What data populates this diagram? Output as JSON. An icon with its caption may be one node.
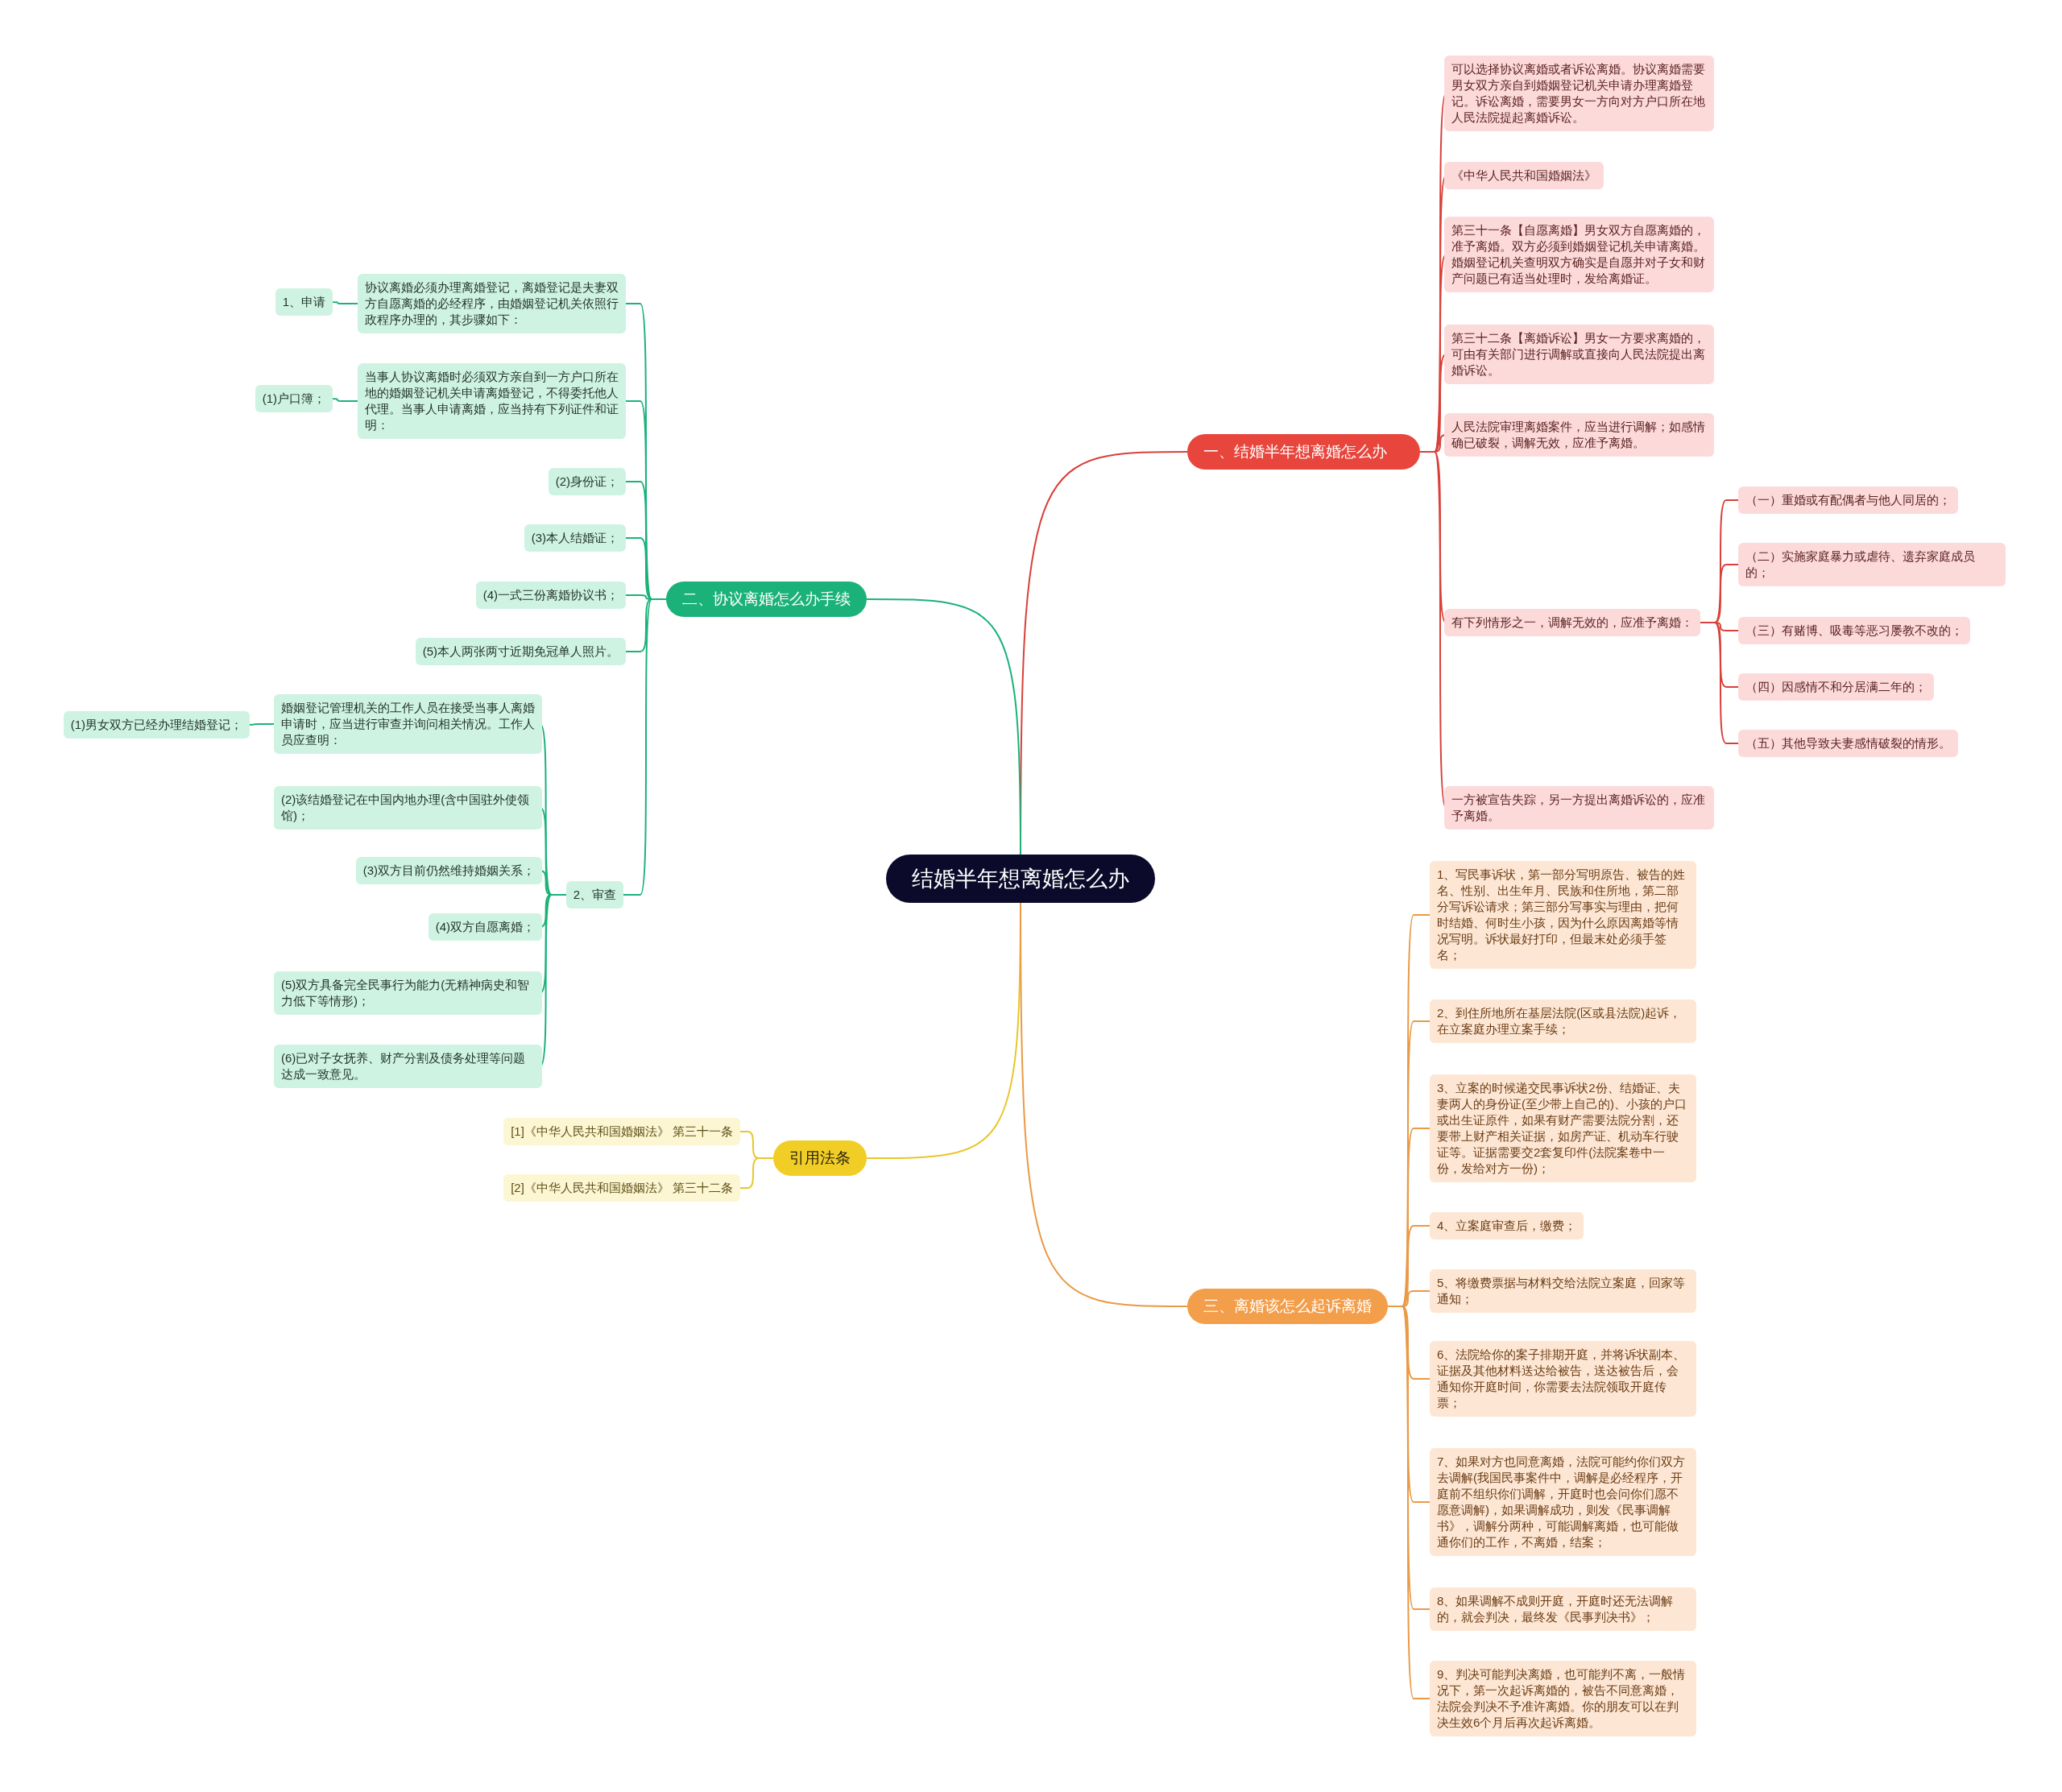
{
  "diagram": {
    "nodes": [
      {
        "text": [
          "结婚半年想离婚怎么办"
        ]
      },
      {
        "text": [
          "一、结婚半年想离婚怎么办"
        ]
      },
      {
        "text": [
          "可以选择协议离婚或者诉讼离婚。协议离婚需要男女双方亲自到婚姻登记机关申请办理离婚登记。诉讼离婚，需要男女一方向对方户口所在地人民法院提起离婚诉讼。"
        ]
      },
      {
        "text": [
          "《中华人民共和国婚姻法》"
        ]
      },
      {
        "text": [
          "第三十一条【自愿离婚】男女双方自愿离婚的，准予离婚。双方必须到婚姻登记机关申请离婚。婚姻登记机关查明双方确实是自愿并对子女和财产问题已有适当处理时，发给离婚证。"
        ]
      },
      {
        "text": [
          "第三十二条【离婚诉讼】男女一方要求离婚的，可由有关部门进行调解或直接向人民法院提出离婚诉讼。"
        ]
      },
      {
        "text": [
          "人民法院审理离婚案件，应当进行调解；如感情确已破裂，调解无效，应准予离婚。"
        ]
      },
      {
        "text": [
          "有下列情形之一，调解无效的，应准予离婚："
        ]
      },
      {
        "text": [
          "（一）重婚或有配偶者与他人同居的；"
        ]
      },
      {
        "text": [
          "（二）实施家庭暴力或虐待、遗弃家庭成员的；"
        ]
      },
      {
        "text": [
          "（三）有赌博、吸毒等恶习屡教不改的；"
        ]
      },
      {
        "text": [
          "（四）因感情不和分居满二年的；"
        ]
      },
      {
        "text": [
          "（五）其他导致夫妻感情破裂的情形。"
        ]
      },
      {
        "text": [
          "一方被宣告失踪，另一方提出离婚诉讼的，应准予离婚。"
        ]
      },
      {
        "text": [
          "二、协议离婚怎么办手续"
        ]
      },
      {
        "text": [
          "协议离婚必须办理离婚登记，离婚登记是夫妻双方自愿离婚的必经程序，由婚姻登记机关依照行政程序办理的，其步骤如下："
        ]
      },
      {
        "text": [
          "1、申请"
        ]
      },
      {
        "text": [
          "当事人协议离婚时必须双方亲自到一方户口所在地的婚姻登记机关申请离婚登记，不得委托他人代理。当事人申请离婚，应当持有下列证件和证明："
        ]
      },
      {
        "text": [
          "(1)户口簿；"
        ]
      },
      {
        "text": [
          "(2)身份证；"
        ]
      },
      {
        "text": [
          "(3)本人结婚证；"
        ]
      },
      {
        "text": [
          "(4)一式三份离婚协议书；"
        ]
      },
      {
        "text": [
          "(5)本人两张两寸近期免冠单人照片。"
        ]
      },
      {
        "text": [
          "2、审查"
        ]
      },
      {
        "text": [
          "婚姻登记管理机关的工作人员在接受当事人离婚申请时，应当进行审查并询问相关情况。工作人员应查明："
        ]
      },
      {
        "text": [
          "(1)男女双方已经办理结婚登记；"
        ]
      },
      {
        "text": [
          "(2)该结婚登记在中国内地办理(含中国驻外使领馆)；"
        ]
      },
      {
        "text": [
          "(3)双方目前仍然维持婚姻关系；"
        ]
      },
      {
        "text": [
          "(4)双方自愿离婚；"
        ]
      },
      {
        "text": [
          "(5)双方具备完全民事行为能力(无精神病史和智力低下等情形)；"
        ]
      },
      {
        "text": [
          "(6)已对子女抚养、财产分割及债务处理等问题达成一致意见。"
        ]
      },
      {
        "text": [
          "引用法条"
        ]
      },
      {
        "text": [
          "[1]《中华人民共和国婚姻法》 第三十一条"
        ]
      },
      {
        "text": [
          "[2]《中华人民共和国婚姻法》 第三十二条"
        ]
      },
      {
        "text": [
          "三、离婚该怎么起诉离婚"
        ]
      },
      {
        "text": [
          "1、写民事诉状，第一部分写明原告、被告的姓名、性别、出生年月、民族和住所地，第二部分写诉讼请求；第三部分写事实与理由，把何时结婚、何时生小孩，因为什么原因离婚等情况写明。诉状最好打印，但最末处必须手签名；"
        ]
      },
      {
        "text": [
          "2、到住所地所在基层法院(区或县法院)起诉，在立案庭办理立案手续；"
        ]
      },
      {
        "text": [
          "3、立案的时候递交民事诉状2份、结婚证、夫妻两人的身份证(至少带上自己的)、小孩的户口或出生证原件，如果有财产需要法院分割，还要带上财产相关证据，如房产证、机动车行驶证等。证据需要交2套复印件(法院案卷中一份，发给对方一份)；"
        ]
      },
      {
        "text": [
          "4、立案庭审查后，缴费；"
        ]
      },
      {
        "text": [
          "5、将缴费票据与材料交给法院立案庭，回家等通知；"
        ]
      },
      {
        "text": [
          "6、法院给你的案子排期开庭，并将诉状副本、证据及其他材料送达给被告，送达被告后，会通知你开庭时间，你需要去法院领取开庭传票；"
        ]
      },
      {
        "text": [
          "7、如果对方也同意离婚，法院可能约你们双方去调解(我国民事案件中，调解是必经程序，开庭前不组织你们调解，开庭时也会问你们愿不愿意调解)，如果调解成功，则发《民事调解书》，调解分两种，可能调解离婚，也可能做通你们的工作，不离婚，结案；"
        ]
      },
      {
        "text": [
          "8、如果调解不成则开庭，开庭时还无法调解的，就会判决，最终发《民事判决书》；"
        ]
      },
      {
        "text": [
          "9、判决可能判决离婚，也可能判不离，一般情况下，第一次起诉离婚的，被告不同意离婚，法院会判决不予准许离婚。你的朋友可以在判决生效6个月后再次起诉离婚。"
        ]
      }
    ],
    "edges": [
      {
        "from": 0,
        "to": 1,
        "arrow": "none",
        "color": "#d8413a"
      },
      {
        "from": 1,
        "to": 2,
        "arrow": "none",
        "color": "#d8413a"
      },
      {
        "from": 1,
        "to": 3,
        "arrow": "none",
        "color": "#d8413a"
      },
      {
        "from": 1,
        "to": 4,
        "arrow": "none",
        "color": "#d8413a"
      },
      {
        "from": 1,
        "to": 5,
        "arrow": "none",
        "color": "#d8413a"
      },
      {
        "from": 1,
        "to": 6,
        "arrow": "none",
        "color": "#d8413a"
      },
      {
        "from": 1,
        "to": 7,
        "arrow": "none",
        "color": "#d8413a"
      },
      {
        "from": 7,
        "to": 8,
        "arrow": "none",
        "color": "#d8413a"
      },
      {
        "from": 7,
        "to": 9,
        "arrow": "none",
        "color": "#d8413a"
      },
      {
        "from": 7,
        "to": 10,
        "arrow": "none",
        "color": "#d8413a"
      },
      {
        "from": 7,
        "to": 11,
        "arrow": "none",
        "color": "#d8413a"
      },
      {
        "from": 7,
        "to": 12,
        "arrow": "none",
        "color": "#d8413a"
      },
      {
        "from": 1,
        "to": 13,
        "arrow": "none",
        "color": "#d8413a"
      },
      {
        "from": 0,
        "to": 14,
        "arrow": "none"
      },
      {
        "from": 14,
        "to": 15,
        "arrow": "none"
      },
      {
        "from": 15,
        "to": 16,
        "arrow": "none"
      },
      {
        "from": 14,
        "to": 17,
        "arrow": "none"
      },
      {
        "from": 17,
        "to": 18,
        "arrow": "none"
      },
      {
        "from": 14,
        "to": 19,
        "arrow": "none"
      },
      {
        "from": 14,
        "to": 20,
        "arrow": "none"
      },
      {
        "from": 14,
        "to": 21,
        "arrow": "none"
      },
      {
        "from": 14,
        "to": 22,
        "arrow": "none"
      },
      {
        "from": 14,
        "to": 23,
        "arrow": "none"
      },
      {
        "from": 23,
        "to": 24,
        "arrow": "none"
      },
      {
        "from": 24,
        "to": 25,
        "arrow": "none"
      },
      {
        "from": 23,
        "to": 26,
        "arrow": "none"
      },
      {
        "from": 23,
        "to": 27,
        "arrow": "none"
      },
      {
        "from": 23,
        "to": 28,
        "arrow": "none"
      },
      {
        "from": 23,
        "to": 29,
        "arrow": "none"
      },
      {
        "from": 23,
        "to": 30,
        "arrow": "none"
      },
      {
        "from": 0,
        "to": 31,
        "arrow": "none",
        "color": "#e8c62a"
      },
      {
        "from": 31,
        "to": 32,
        "arrow": "none",
        "color": "#e8c62a"
      },
      {
        "from": 31,
        "to": 33,
        "arrow": "none",
        "color": "#e8c62a"
      },
      {
        "from": 0,
        "to": 34,
        "arrow": "none",
        "color": "#e99a45"
      },
      {
        "from": 34,
        "to": 35,
        "arrow": "none",
        "color": "#e99a45"
      },
      {
        "from": 34,
        "to": 36,
        "arrow": "none",
        "color": "#e99a45"
      },
      {
        "from": 34,
        "to": 37,
        "arrow": "none",
        "color": "#e99a45"
      },
      {
        "from": 34,
        "to": 38,
        "arrow": "none",
        "color": "#e99a45"
      },
      {
        "from": 34,
        "to": 39,
        "arrow": "none",
        "color": "#e99a45"
      },
      {
        "from": 34,
        "to": 40,
        "arrow": "none",
        "color": "#e99a45"
      },
      {
        "from": 34,
        "to": 41,
        "arrow": "none",
        "color": "#e99a45"
      },
      {
        "from": 34,
        "to": 42,
        "arrow": "none",
        "color": "#e99a45"
      },
      {
        "from": 34,
        "to": 43,
        "arrow": "none",
        "color": "#e99a45"
      }
    ]
  }
}
